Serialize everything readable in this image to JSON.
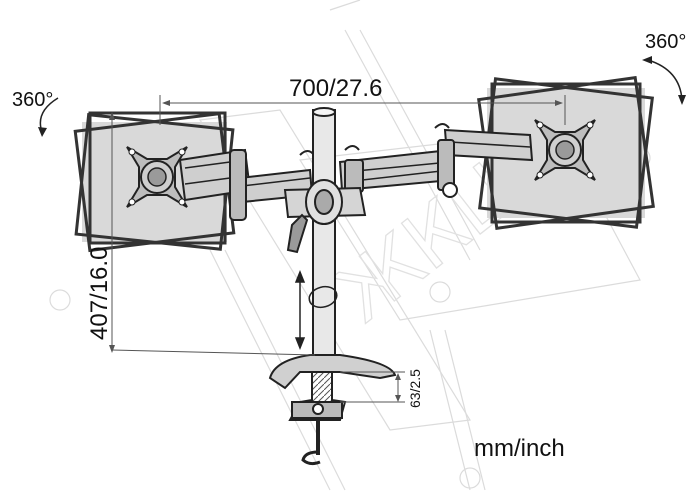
{
  "labels": {
    "rotation_left": "360°",
    "rotation_right": "360°",
    "width_dimension": "700/27.6",
    "height_dimension": "407/16.0",
    "clamp_dimension": "63/2.5",
    "units": "mm/inch"
  },
  "watermark": {
    "text": "ЖКЦ"
  }
}
